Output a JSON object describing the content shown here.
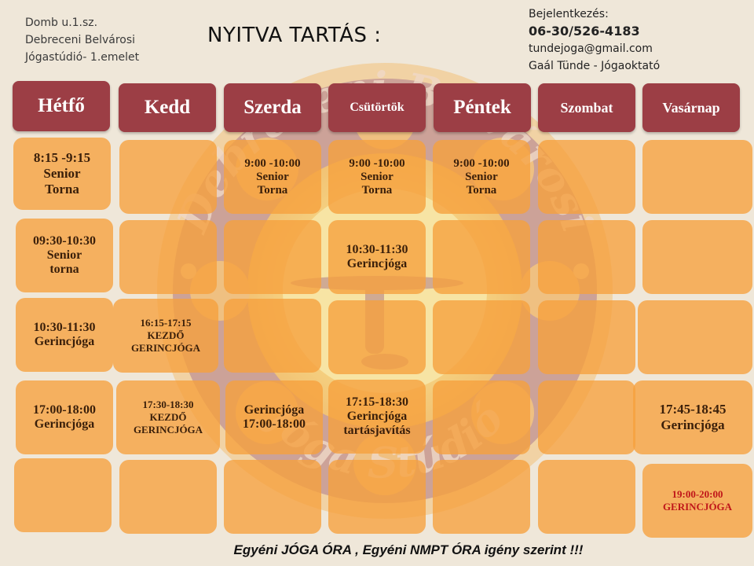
{
  "address": {
    "line1": "Domb u.1.sz.",
    "line2": "Debreceni Belvárosi",
    "line3": "Jógastúdió- 1.emelet"
  },
  "title": "NYITVA TARTÁS :",
  "contact": {
    "label": "Bejelentkezés:",
    "phone": "06-30/526-4183",
    "email": "tundejoga@gmail.com",
    "name": "Gaál Tünde - Jógaoktató"
  },
  "days": [
    "Hétfő",
    "Kedd",
    "Szerda",
    "Csütörtök",
    "Péntek",
    "Szombat",
    "Vasárnap"
  ],
  "schedule": {
    "c0r0": "8:15 -9:15\nSenior\nTorna",
    "c0r1": "09:30-10:30\nSenior\ntorna",
    "c0r2": "10:30-11:30\nGerincjóga",
    "c0r3": "17:00-18:00\nGerincjóga",
    "c1r2": "16:15-17:15\nKEZDŐ\nGERINCJÓGA",
    "c1r3": "17:30-18:30\nKEZDŐ\nGERINCJÓGA",
    "c2r0": "9:00 -10:00\nSenior\nTorna",
    "c2r3": "Gerincjóga\n17:00-18:00",
    "c3r0": "9:00 -10:00\nSenior\nTorna",
    "c3r1": "10:30-11:30\nGerincjóga",
    "c3r3": "17:15-18:30\nGerincjóga\ntartásjavítás",
    "c4r0": "9:00 -10:00\nSenior\nTorna",
    "c6r3": "17:45-18:45\nGerincjóga",
    "c6r4": "19:00-20:00\nGERINCJÓGA"
  },
  "watermark": {
    "top": "Debreceni Belvárosi",
    "bottom": "Jóga Stúdió"
  },
  "colors": {
    "header_bg": "#9c3e45",
    "cell_bg": "#f6a03c",
    "page_bg": "#efe7d9",
    "highlight_text": "#c0161a"
  },
  "footer": "Egyéni  JÓGA ÓRA , Egyéni NMPT  ÓRA igény szerint !!!"
}
